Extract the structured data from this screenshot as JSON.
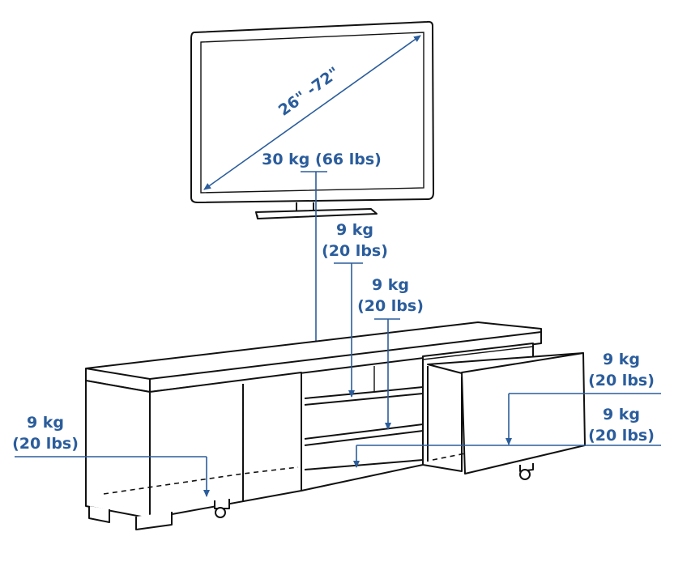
{
  "tv": {
    "size_range": "26\" -72\"",
    "max_load": "30 kg (66 lbs)"
  },
  "shelf_upper": {
    "kg": "9 kg",
    "lbs": "(20 lbs)"
  },
  "shelf_middle": {
    "kg": "9 kg",
    "lbs": "(20 lbs)"
  },
  "left_compartment": {
    "kg": "9 kg",
    "lbs": "(20 lbs)"
  },
  "drawer_top": {
    "kg": "9 kg",
    "lbs": "(20 lbs)"
  },
  "drawer_bottom": {
    "kg": "9 kg",
    "lbs": "(20 lbs)"
  },
  "colors": {
    "annotation": "#2b5d9c",
    "line": "#111111"
  }
}
